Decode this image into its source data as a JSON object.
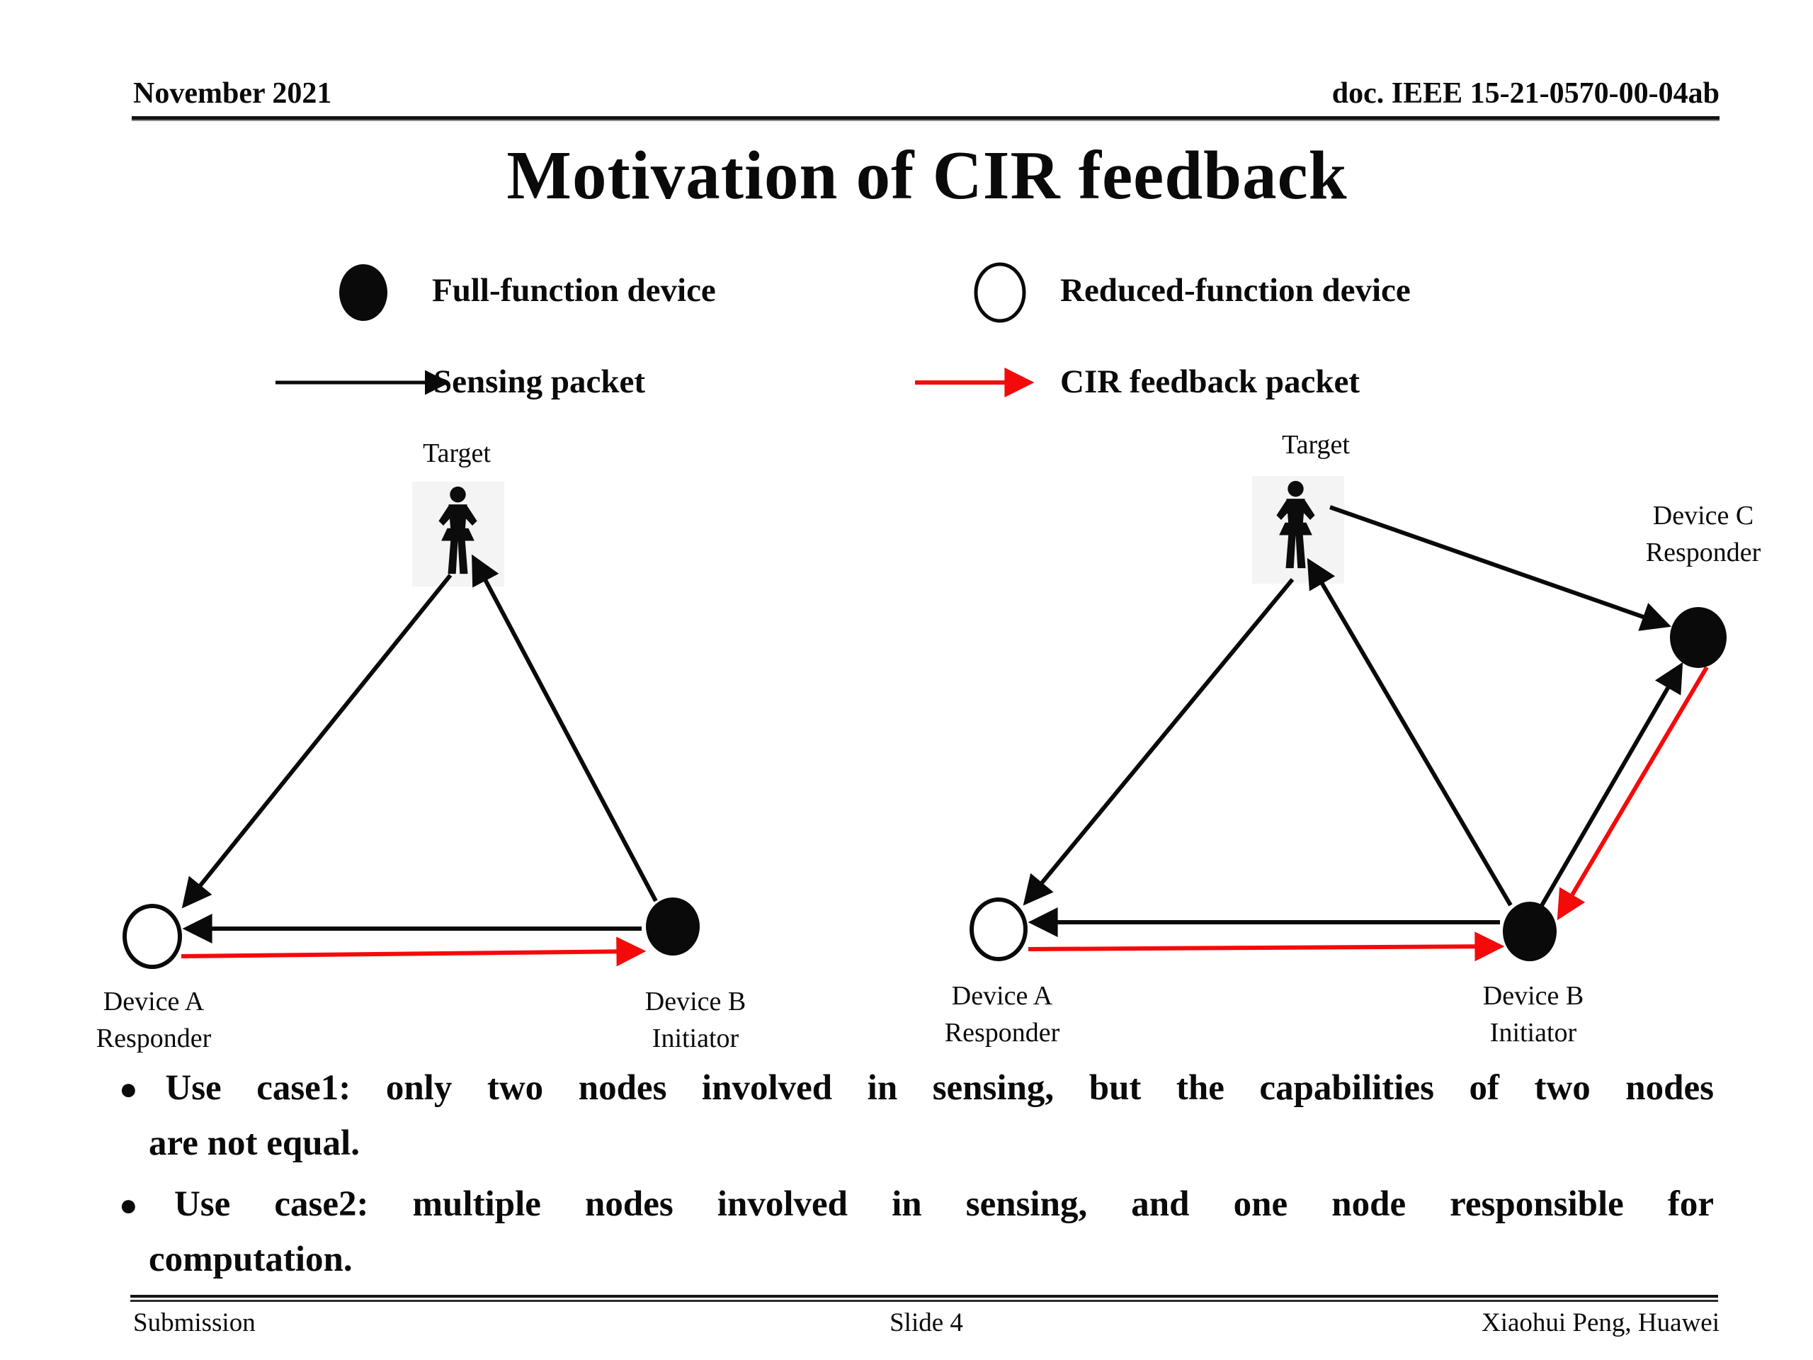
{
  "header": {
    "date": "November 2021",
    "doc_id": "doc. IEEE 15-21-0570-00-04ab"
  },
  "title": "Motivation of CIR feedback",
  "legend": {
    "full_function_label": "Full-function device",
    "reduced_function_label": "Reduced-function device",
    "sensing_label": "Sensing packet",
    "cir_feedback_label": "CIR feedback packet",
    "full_function_icon": "filled-black-circle",
    "reduced_function_icon": "hollow-circle",
    "sensing_icon": "black-arrow",
    "cir_feedback_icon": "red-arrow"
  },
  "colors": {
    "sensing_arrow": "#0a0a0a",
    "feedback_arrow": "#f50a0a",
    "target_background": "#f4f4f4",
    "text": "#0a0a0a"
  },
  "diagram_left": {
    "target_label": "Target",
    "device_a": {
      "name": "Device A",
      "role": "Responder"
    },
    "device_b": {
      "name": "Device B",
      "role": "Initiator"
    },
    "flows": "sensing: B to Target, Target to A, B to A; feedback: A to B"
  },
  "diagram_right": {
    "target_label": "Target",
    "device_a": {
      "name": "Device A",
      "role": "Responder"
    },
    "device_b": {
      "name": "Device B",
      "role": "Initiator"
    },
    "device_c": {
      "name": "Device C",
      "role": "Responder"
    },
    "flows": "sensing: B to Target, Target to A, Target to C, B to C; feedback: A to B, C to B"
  },
  "bullets": [
    {
      "marker": "●",
      "line1": "Use case1: only two nodes involved in sensing, but the capabilities of two nodes",
      "line2": "are not equal."
    },
    {
      "marker": "●",
      "line1": "Use case2: multiple nodes involved in sensing, and one node responsible for",
      "line2": "computation."
    }
  ],
  "footer": {
    "left": "Submission",
    "center": "Slide 4",
    "right": "Xiaohui Peng, Huawei"
  }
}
